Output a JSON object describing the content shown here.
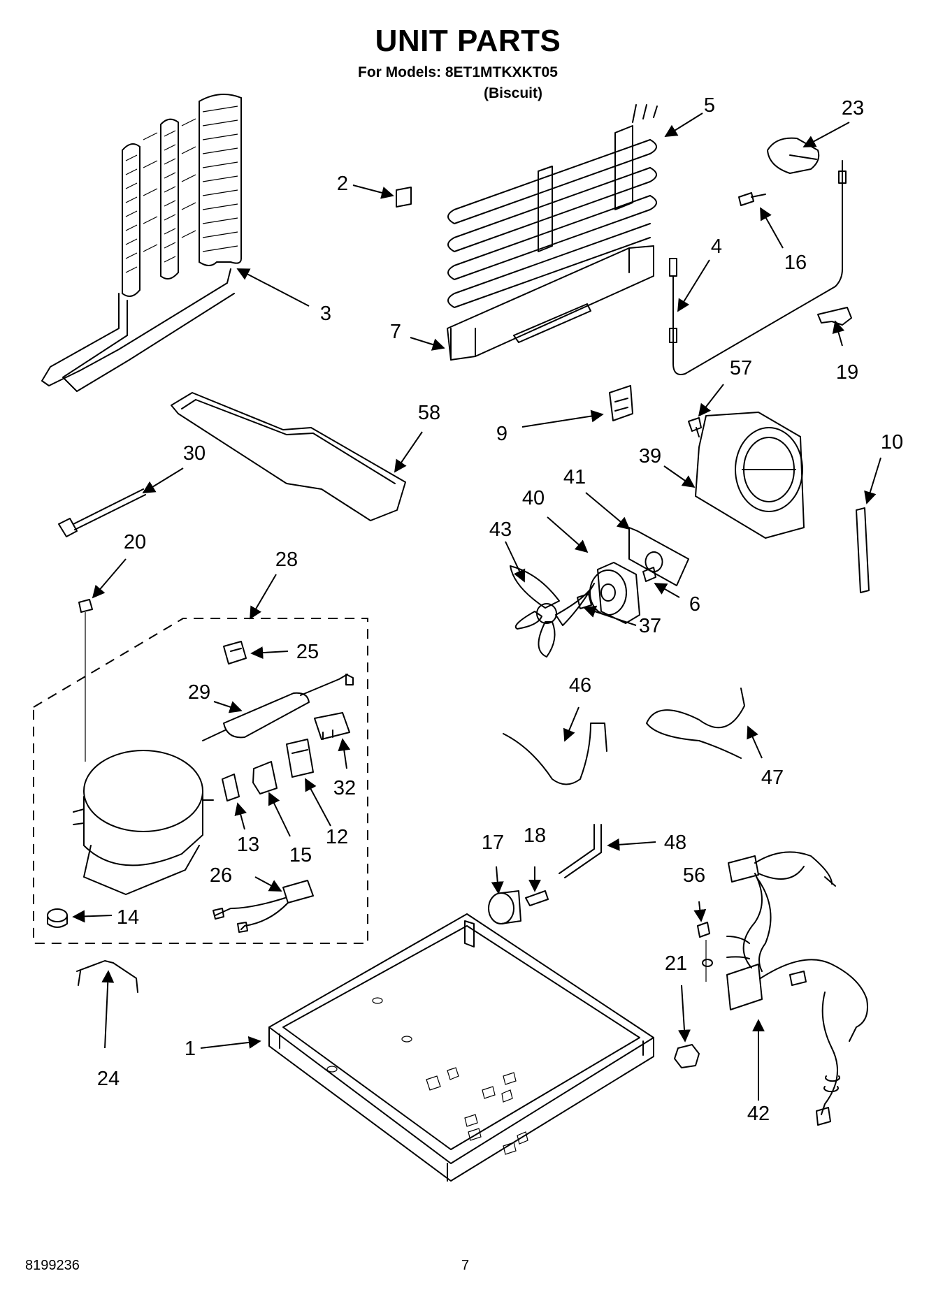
{
  "header": {
    "title": "UNIT PARTS",
    "models_line": "For Models: 8ET1MTKXKT05",
    "color_line": "(Biscuit)"
  },
  "footer": {
    "doc_number": "8199236",
    "page_number": "7"
  },
  "callouts": {
    "p1": "1",
    "p2": "2",
    "p3": "3",
    "p4": "4",
    "p5": "5",
    "p6": "6",
    "p7": "7",
    "p9": "9",
    "p10": "10",
    "p12": "12",
    "p13": "13",
    "p14": "14",
    "p15": "15",
    "p16": "16",
    "p17": "17",
    "p18": "18",
    "p19": "19",
    "p20": "20",
    "p21": "21",
    "p23": "23",
    "p24": "24",
    "p25": "25",
    "p26": "26",
    "p28": "28",
    "p29": "29",
    "p30": "30",
    "p32": "32",
    "p37": "37",
    "p39": "39",
    "p40": "40",
    "p41": "41",
    "p42": "42",
    "p43": "43",
    "p46": "46",
    "p47": "47",
    "p48": "48",
    "p56": "56",
    "p57": "57",
    "p58": "58"
  },
  "colors": {
    "ink": "#000000",
    "paper": "#ffffff"
  }
}
